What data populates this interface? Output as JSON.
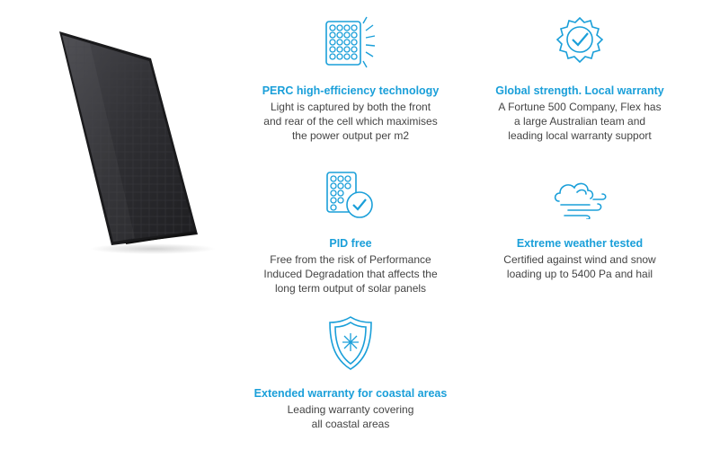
{
  "colors": {
    "accent": "#1a9fd9",
    "text": "#444444",
    "panel": "#2b2b2e"
  },
  "features": [
    {
      "icon": "perc-cell-icon",
      "title": "PERC high-efficiency technology",
      "desc": [
        "Light is captured by both the front",
        "and rear of the cell which maximises",
        "the power output per m2"
      ]
    },
    {
      "icon": "warranty-badge-icon",
      "title": "Global strength. Local warranty",
      "desc": [
        "A Fortune 500 Company, Flex has",
        "a large Australian team and",
        "leading local warranty support"
      ]
    },
    {
      "icon": "pid-free-icon",
      "title": "PID free",
      "desc": [
        "Free from the risk of Performance",
        "Induced Degradation that affects the",
        "long term output of solar panels"
      ]
    },
    {
      "icon": "weather-cloud-wind-icon",
      "title": "Extreme weather tested",
      "desc": [
        "Certified against wind and snow",
        "loading up to 5400 Pa and hail"
      ]
    },
    {
      "icon": "coastal-shield-icon",
      "title": "Extended warranty for coastal areas",
      "desc": [
        "Leading warranty covering",
        "all coastal areas"
      ]
    }
  ]
}
